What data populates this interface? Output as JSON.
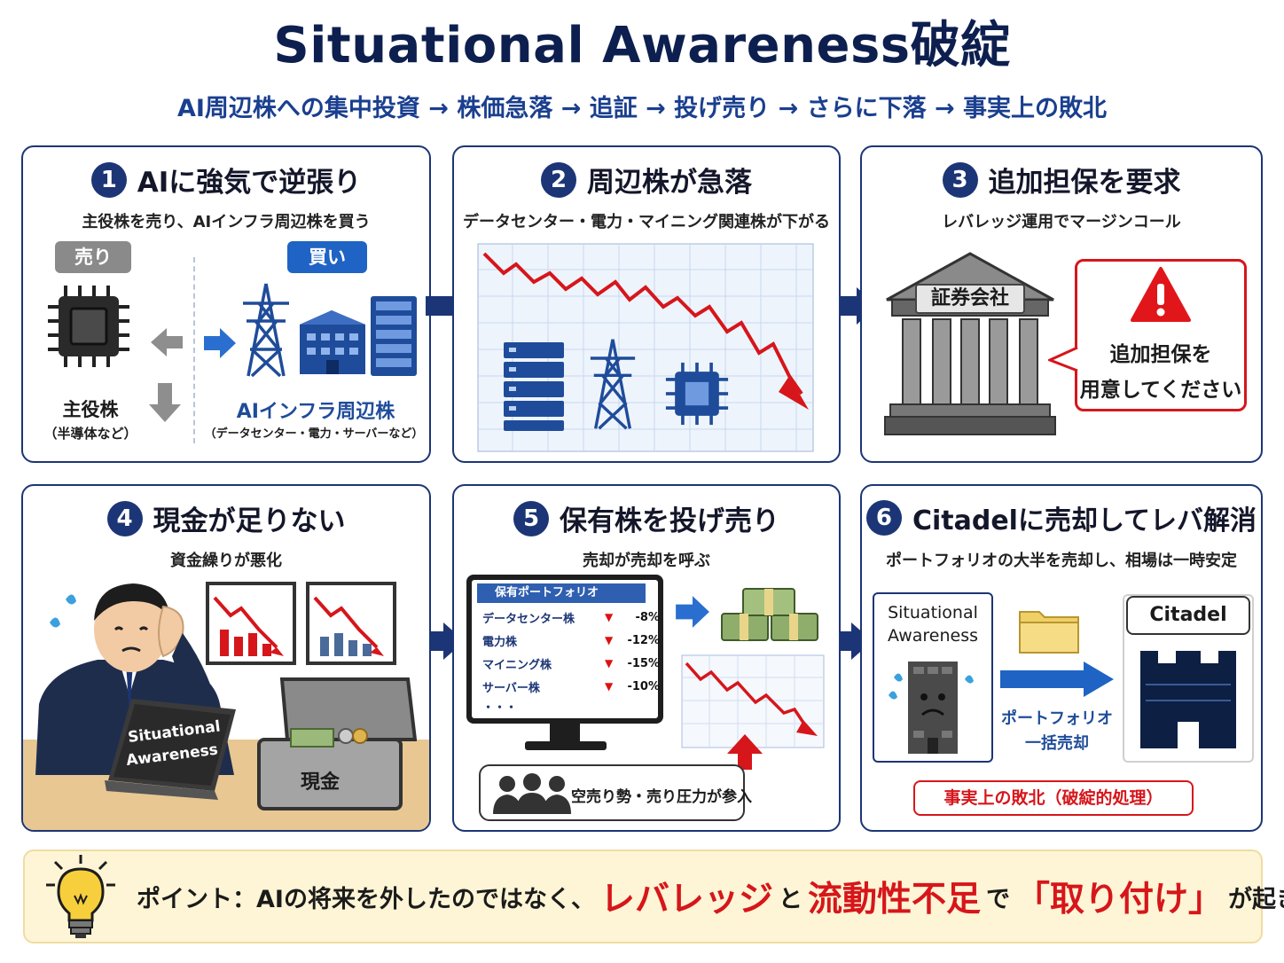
{
  "title": "Situational Awareness破綻",
  "subtitle": "AI周辺株への集中投資 → 株価急落 → 追証 → 投げ売り → さらに下落 → 事実上の敗北",
  "colors": {
    "navy": "#1c3576",
    "red": "#d6161b",
    "bottom_bg": "#fdf5d5"
  },
  "panels": [
    {
      "num": "1",
      "title": "AIに強気で逆張り",
      "subtitle": "主役株を売り、AIインフラ周辺株を買う",
      "sell_tag": "売り",
      "buy_tag": "買い",
      "left_label": "主役株",
      "left_note": "（半導体など）",
      "right_label": "AIインフラ周辺株",
      "right_note": "（データセンター・電力・サーバーなど）",
      "icons": [
        "chip-icon",
        "power-tower-icon",
        "building-icon",
        "server-icon"
      ]
    },
    {
      "num": "2",
      "title": "周辺株が急落",
      "subtitle": "データセンター・電力・マイニング関連株が下がる",
      "icons": [
        "server-rack-icon",
        "power-tower-icon",
        "chip-icon"
      ]
    },
    {
      "num": "3",
      "title": "追加担保を要求",
      "subtitle": "レバレッジ運用でマージンコール",
      "bank_label": "証券会社",
      "bubble_line1": "追加担保を",
      "bubble_line2": "用意してください",
      "icons": [
        "bank-icon",
        "warning-icon"
      ]
    },
    {
      "num": "4",
      "title": "現金が足りない",
      "subtitle": "資金繰りが悪化",
      "laptop_line1": "Situational",
      "laptop_line2": "Awareness",
      "safe_label": "現金",
      "icons": [
        "worried-man-icon",
        "laptop-icon",
        "chart-down-icon",
        "cash-box-icon"
      ]
    },
    {
      "num": "5",
      "title": "保有株を投げ売り",
      "subtitle": "売却が売却を呼ぶ",
      "monitor_title": "保有ポートフォリオ",
      "holdings": [
        {
          "name": "データセンター株",
          "change": "-8%"
        },
        {
          "name": "電力株",
          "change": "-12%"
        },
        {
          "name": "マイニング株",
          "change": "-15%"
        },
        {
          "name": "サーバー株",
          "change": "-10%"
        }
      ],
      "more": "・・・",
      "crowd_text": "空売り勢・売り圧力が参入",
      "icons": [
        "monitor-icon",
        "cash-stack-icon",
        "chart-down-icon",
        "crowd-icon"
      ]
    },
    {
      "num": "6",
      "title": "Citadelに売却してレバ解消",
      "subtitle": "ポートフォリオの大半を売却し、相場は一時安定",
      "from_line1": "Situational",
      "from_line2": "Awareness",
      "to_label": "Citadel",
      "transfer_line1": "ポートフォリオ",
      "transfer_line2": "一括売却",
      "result": "事実上の敗北（破綻的処理）",
      "icons": [
        "sad-building-icon",
        "folder-icon",
        "citadel-building-icon"
      ]
    }
  ],
  "bottom": {
    "prefix": "ポイント：AIの将来を外したのではなく、",
    "hl1": "レバレッジ",
    "mid1": "と",
    "hl2": "流動性不足",
    "mid2": "で",
    "hl3": "「取り付け」",
    "suffix": "が起きた",
    "icon": "lightbulb-icon"
  }
}
